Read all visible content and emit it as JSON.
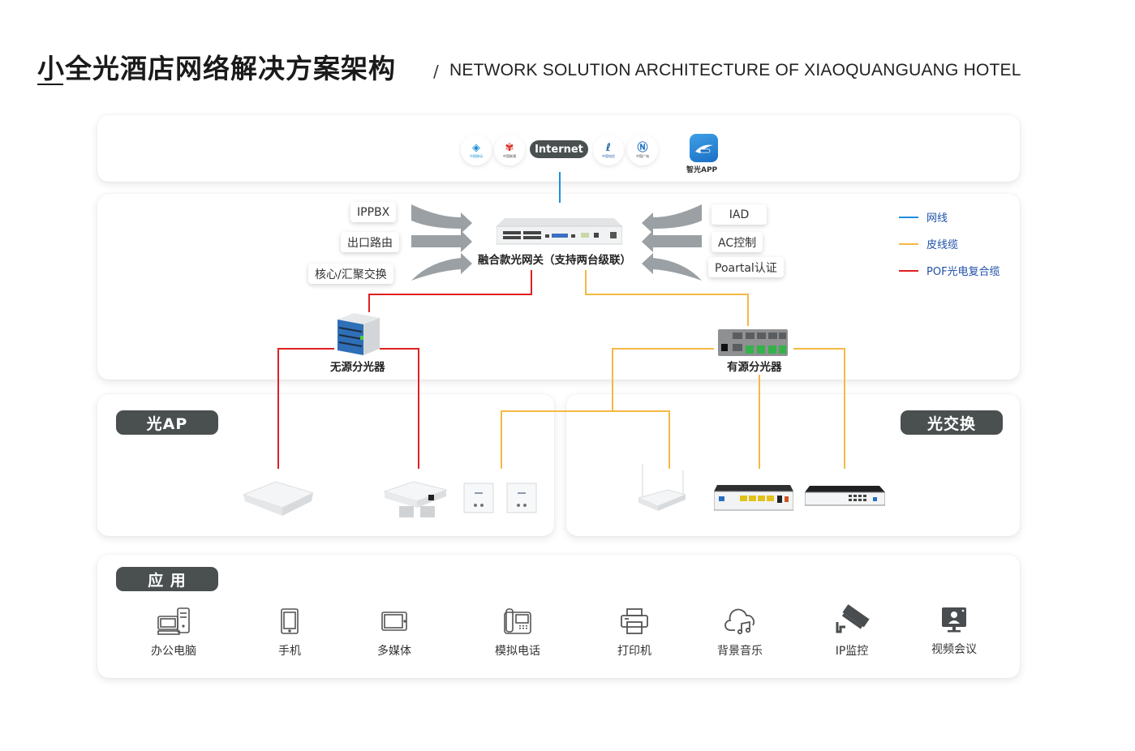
{
  "header": {
    "title_cn": "小全光酒店网络解决方案架构",
    "separator": "/",
    "title_en": "NETWORK SOLUTION ARCHITECTURE OF XIAOQUANGUANG HOTEL"
  },
  "internet_row": {
    "carriers": [
      {
        "name": "中国移动",
        "icon": "china-mobile-logo",
        "color": "#1a8fd6"
      },
      {
        "name": "中国联通",
        "icon": "china-unicom-logo",
        "color": "#d9231c"
      },
      {
        "name": "中国电信",
        "icon": "china-telecom-logo",
        "color": "#1f5fa8"
      },
      {
        "name": "中国广电",
        "icon": "china-broadnet-logo",
        "color": "#1a6fc4"
      }
    ],
    "internet_label": "Internet",
    "app_label": "智光APP"
  },
  "core": {
    "left_services": [
      "IPPBX",
      "出口路由",
      "核心/汇聚交换"
    ],
    "right_services": [
      "IAD",
      "AC控制",
      "Poartal认证"
    ],
    "gateway_label": "融合款光网关（支持两台级联）",
    "passive_splitter_label": "无源分光器",
    "active_splitter_label": "有源分光器"
  },
  "legend": [
    {
      "label": "网线",
      "color": "#1f8fdc"
    },
    {
      "label": "皮线缆",
      "color": "#f5b946"
    },
    {
      "label": "POF光电复合缆",
      "color": "#e02020"
    }
  ],
  "sections": {
    "optical_ap": "光AP",
    "optical_switch": "光交换",
    "applications": "应 用"
  },
  "applications": [
    {
      "label": "办公电脑",
      "icon": "desktop-computer-icon"
    },
    {
      "label": "手机",
      "icon": "mobile-phone-icon"
    },
    {
      "label": "多媒体",
      "icon": "tablet-icon"
    },
    {
      "label": "模拟电话",
      "icon": "desk-phone-icon"
    },
    {
      "label": "打印机",
      "icon": "printer-icon"
    },
    {
      "label": "背景音乐",
      "icon": "cloud-music-icon"
    },
    {
      "label": "IP监控",
      "icon": "surveillance-camera-icon"
    },
    {
      "label": "视频会议",
      "icon": "video-conference-icon"
    }
  ]
}
